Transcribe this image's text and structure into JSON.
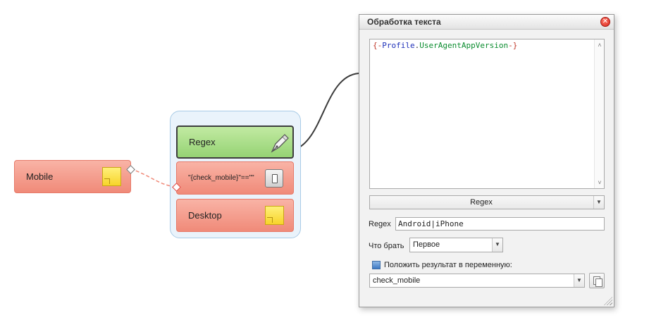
{
  "canvas": {
    "nodes": {
      "mobile": {
        "label": "Mobile"
      },
      "regex": {
        "label": "Regex"
      },
      "check_condition": {
        "label": "\"{check_mobile}\"==\"\""
      },
      "desktop": {
        "label": "Desktop"
      }
    }
  },
  "panel": {
    "title": "Обработка текста",
    "editor": {
      "open_brace": "{",
      "dash1": "-",
      "profile": "Profile",
      "dot": ".",
      "variable": "UserAgentAppVersion",
      "dash2": "-",
      "close_brace": "}"
    },
    "mode_select": {
      "value": "Regex"
    },
    "regex": {
      "label": "Regex",
      "value": "Android|iPhone"
    },
    "take": {
      "label": "Что брать",
      "value": "Первое"
    },
    "save_result": {
      "label": "Положить результат в переменную:",
      "checked": true
    },
    "variable_select": {
      "value": "check_mobile"
    }
  },
  "colors": {
    "node_red": "#f4a091",
    "node_green": "#a8dd88",
    "group_bg": "#eaf3fb",
    "code_brace": "#c0392b",
    "code_profile": "#1d2fb8",
    "code_var": "#0a8c2e"
  },
  "icons": {
    "close": "close-icon",
    "sticky_note": "sticky-note-icon",
    "pen": "pen-nib-icon",
    "switch": "switch-icon",
    "copy": "copy-icon",
    "dropdown": "chevron-down-icon"
  }
}
